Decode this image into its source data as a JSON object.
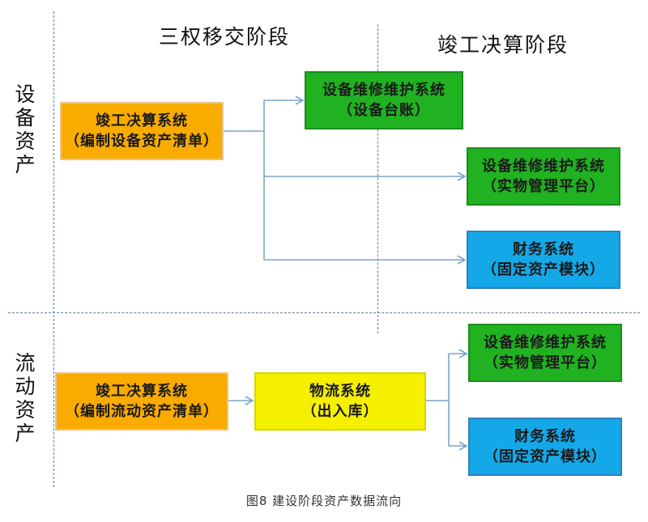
{
  "phases": {
    "left": "三权移交阶段",
    "right": "竣工决算阶段"
  },
  "rows": {
    "equipment": "设备资产",
    "current": "流动资产"
  },
  "equipment_boxes": {
    "source": {
      "line1": "竣工决算系统",
      "line2": "（编制设备资产清单）"
    },
    "maint_ledger": {
      "line1": "设备维修维护系统",
      "line2": "（设备台账）"
    },
    "maint_platform": {
      "line1": "设备维修维护系统",
      "line2": "（实物管理平台）"
    },
    "finance": {
      "line1": "财务系统",
      "line2": "（固定资产模块）"
    }
  },
  "current_boxes": {
    "source": {
      "line1": "竣工决算系统",
      "line2": "（编制流动资产清单）"
    },
    "logistics": {
      "line1": "物流系统",
      "line2": "（出入库）"
    },
    "maint_platform": {
      "line1": "设备维修维护系统",
      "line2": "（实物管理平台）"
    },
    "finance": {
      "line1": "财务系统",
      "line2": "（固定资产模块）"
    }
  },
  "colors": {
    "orange": "#f9ab00",
    "green": "#20b220",
    "blue": "#14a8e8",
    "yellow": "#f4f000",
    "arrow": "#7aa3cc"
  },
  "caption": "图8   建设阶段资产数据流向"
}
